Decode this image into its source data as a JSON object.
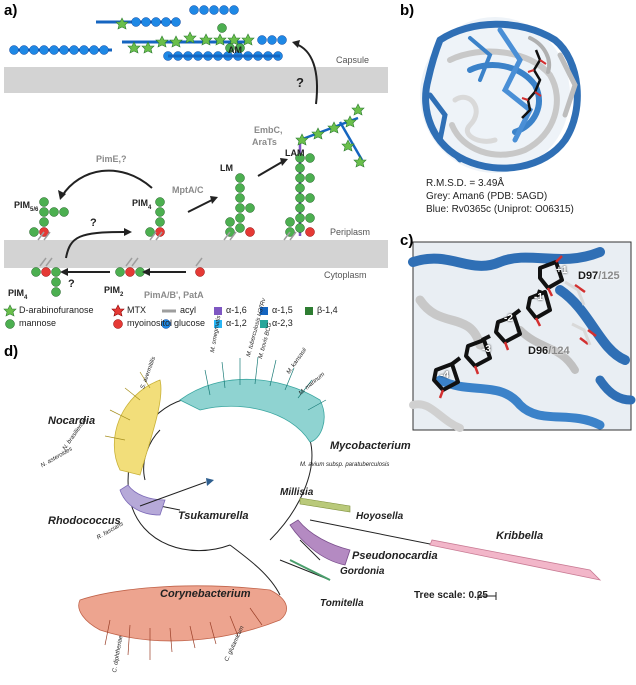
{
  "panels": {
    "a": {
      "label": "a)"
    },
    "b": {
      "label": "b)"
    },
    "c": {
      "label": "c)"
    },
    "d": {
      "label": "d)"
    }
  },
  "panel_a": {
    "regions": {
      "capsule": "Capsule",
      "periplasm": "Periplasm",
      "cytoplasm": "Cytoplasm"
    },
    "molecules": {
      "am": "AM",
      "lam": "LAM",
      "lm": "LM",
      "pim56": "PIM",
      "pim56_sub": "5/6",
      "pim4": "PIM",
      "pim4_sub": "4",
      "pim4b": "PIM",
      "pim4b_sub": "4",
      "pim2": "PIM",
      "pim2_sub": "2"
    },
    "enzymes": {
      "embc": "EmbC,",
      "arats": "AraTs",
      "pime": "PimE,?",
      "mpta": "MptA/C",
      "pima": "PimA/B', PatA"
    },
    "unknowns": {
      "q_capsule": "?",
      "q_periplasm": "?",
      "q_cytoplasm": "?"
    },
    "legend": {
      "arabinofuranose": "D-arabinofuranose",
      "mtx": "MTX",
      "acyl": "acyl",
      "a16": "α-1,6",
      "a15": "α-1,5",
      "b14": "β-1,4",
      "mannose": "mannose",
      "myoinositol": "myoinositol",
      "glucose": "glucose",
      "a12": "α-1,2",
      "a23": "α-2,3"
    },
    "colors": {
      "arabinose": "#5cb85c",
      "mannose": "#4caf50",
      "inositol": "#e53935",
      "glucose": "#1e88e5",
      "mtx": "#c62828",
      "acyl": "#9e9e9e",
      "a16": "#7e57c2",
      "a15": "#1565c0",
      "b14": "#2e7d32",
      "a12": "#29b6f6",
      "a23": "#26a69a",
      "membrane": "#d3d3d3"
    }
  },
  "panel_b": {
    "rmsd": "R.M.S.D. = 3.49Å",
    "grey_line": "Grey: Aman6 (PDB: 5AGD)",
    "blue_line": "Blue: Rv0365c (Uniprot: O06315)"
  },
  "panel_c": {
    "sites": [
      "+1",
      "-1",
      "-2",
      "-3",
      "-4"
    ],
    "d97": "D97",
    "d97b": "/125",
    "d96": "D96",
    "d96b": "/124"
  },
  "panel_d": {
    "genera": [
      "Nocardia",
      "Mycobacterium",
      "Rhodococcus",
      "Tsukamurella",
      "Millisia",
      "Hoyosella",
      "Kribbella",
      "Pseudonocardia",
      "Gordonia",
      "Tomitella",
      "Corynebacterium"
    ],
    "species": [
      "M. smegmatis",
      "M. tuberculosis H37Rv",
      "M. bovis BCG",
      "M. kansasii",
      "M. marinum",
      "M. avium subsp. paratuberculosis",
      "N. brasiliensis",
      "N. asteroides",
      "R. fascians",
      "C. diphtheriae",
      "C. glutamicum",
      "S. avermitilis"
    ],
    "scale": "Tree scale: 0.25",
    "colors": {
      "nocardia": "#f2de7a",
      "mycobacterium": "#8fd3d1",
      "rhodococcus": "#b6a9d8",
      "pseudonocardia": "#b48ac2",
      "kribbella": "#f2b6c9",
      "corynebacterium": "#eda48f",
      "hoyosella": "#b9c97a"
    }
  }
}
